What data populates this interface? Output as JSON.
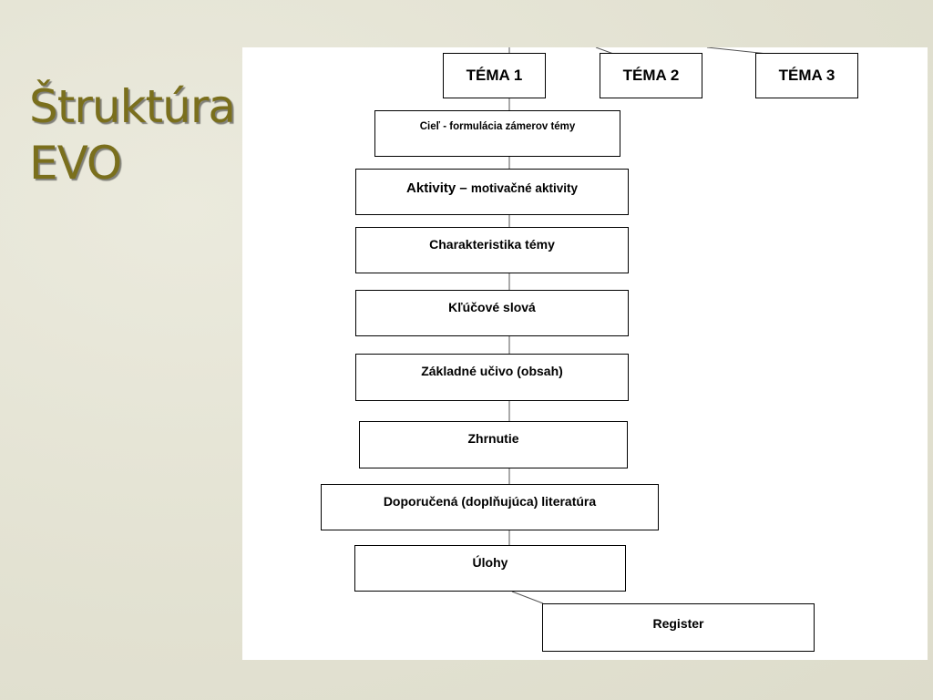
{
  "slide": {
    "title_line1": "Štruktúra",
    "title_line2": "EVO"
  },
  "diagram": {
    "topics": [
      "TÉMA 1",
      "TÉMA 2",
      "TÉMA 3"
    ],
    "cie": "Cieľ  - formulácia zámerov témy",
    "aktivity_main": "Aktivity –",
    "aktivity_sub": "motivačné aktivity",
    "charakteristika": "Charakteristika témy",
    "klucove": "Kľúčové slová",
    "zakladne": "Základné učivo (obsah)",
    "zhrnutie": "Zhrnutie",
    "literatura": "Doporučená (doplňujúca) literatúra",
    "ulohy": "Úlohy",
    "register": "Register"
  }
}
